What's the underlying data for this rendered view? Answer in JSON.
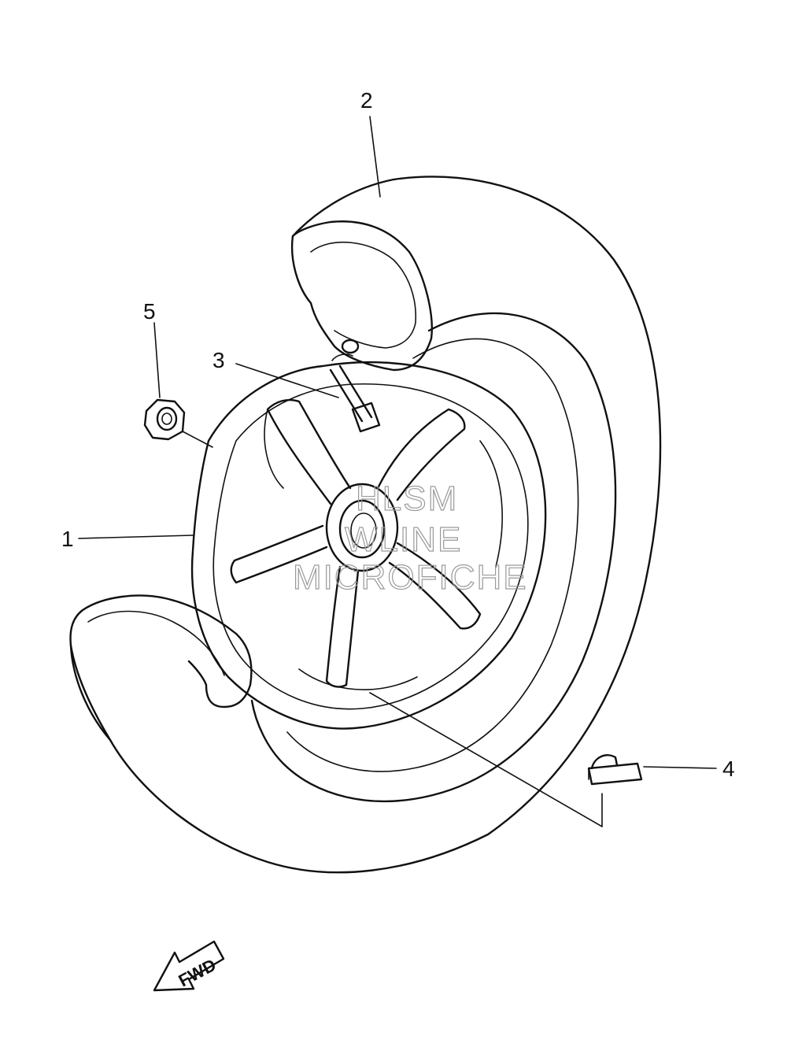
{
  "diagram": {
    "parts": [
      {
        "callout": "1",
        "icon": "rim"
      },
      {
        "callout": "2",
        "icon": "tire"
      },
      {
        "callout": "3",
        "icon": "valve"
      },
      {
        "callout": "4",
        "icon": "balance-weight"
      },
      {
        "callout": "5",
        "icon": "nut"
      }
    ],
    "direction_label": "FWD",
    "watermark": [
      "HLSM",
      "WLINE",
      "MICROFICHE"
    ]
  }
}
